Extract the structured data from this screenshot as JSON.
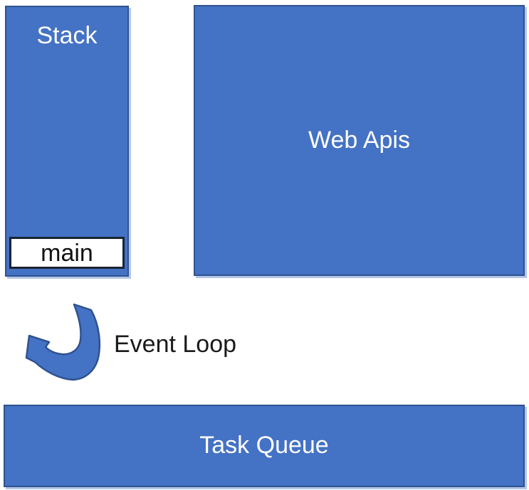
{
  "diagram": {
    "stack": {
      "label": "Stack",
      "frame_label": "main"
    },
    "web_apis": {
      "label": "Web Apis"
    },
    "task_queue": {
      "label": "Task Queue"
    },
    "event_loop": {
      "label": "Event Loop"
    }
  },
  "icons": {
    "event_loop_arrow": "curved-left-arrow"
  },
  "colors": {
    "box_fill": "#4472C4",
    "box_border": "#2F528F",
    "box_shadow": "#B4C7E7",
    "main_frame_fill": "#FFFFFF",
    "main_frame_border": "#1A2433",
    "label_light": "#FFFFFF",
    "label_dark": "#1A1A1A"
  }
}
